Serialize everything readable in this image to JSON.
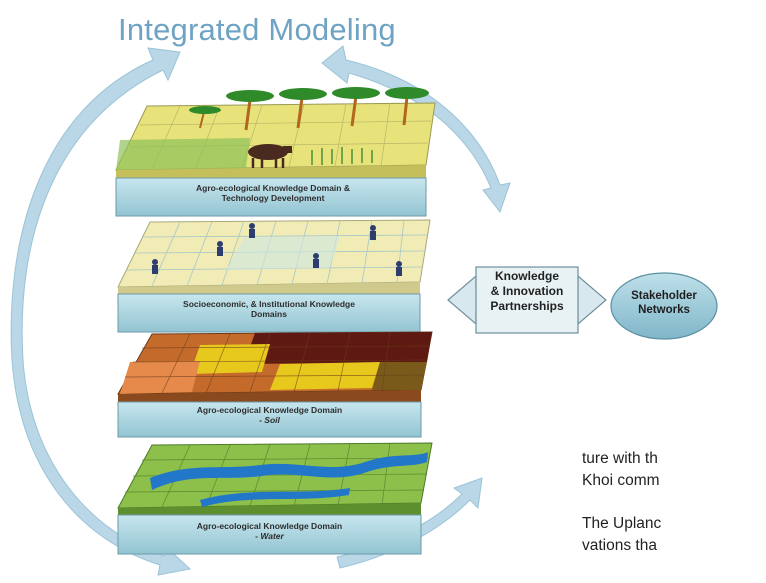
{
  "title": "Integrated Modeling",
  "layers": [
    {
      "line1": "Agro-ecological Knowledge Domain &",
      "line2": "Technology Development"
    },
    {
      "line1": "Socioeconomic, & Institutional Knowledge",
      "line2": "Domains"
    },
    {
      "line1": "Agro-ecological Knowledge Domain",
      "line2": "- Soil"
    },
    {
      "line1": "Agro-ecological Knowledge Domain",
      "line2": "- Water"
    }
  ],
  "partnerships": {
    "line1": "Knowledge",
    "line2": "& Innovation",
    "line3": "Partnerships"
  },
  "stakeholder": {
    "line1": "Stakeholder",
    "line2": "Networks"
  },
  "body_text": {
    "line1": "ture with th",
    "line2": "Khoi comm",
    "line3": "The Uplanc",
    "line4": "vations tha"
  },
  "colors": {
    "title": "#6fa3c4",
    "cycle_arrow": "#b9d7e6",
    "label_band": "#a9d3dd",
    "stakeholder_fill": "#96c8d8",
    "soil_dark": "#5e1a12",
    "soil_yellow": "#e7c81c",
    "water_channel": "#2377c9",
    "crop_green": "#b9d36a"
  }
}
